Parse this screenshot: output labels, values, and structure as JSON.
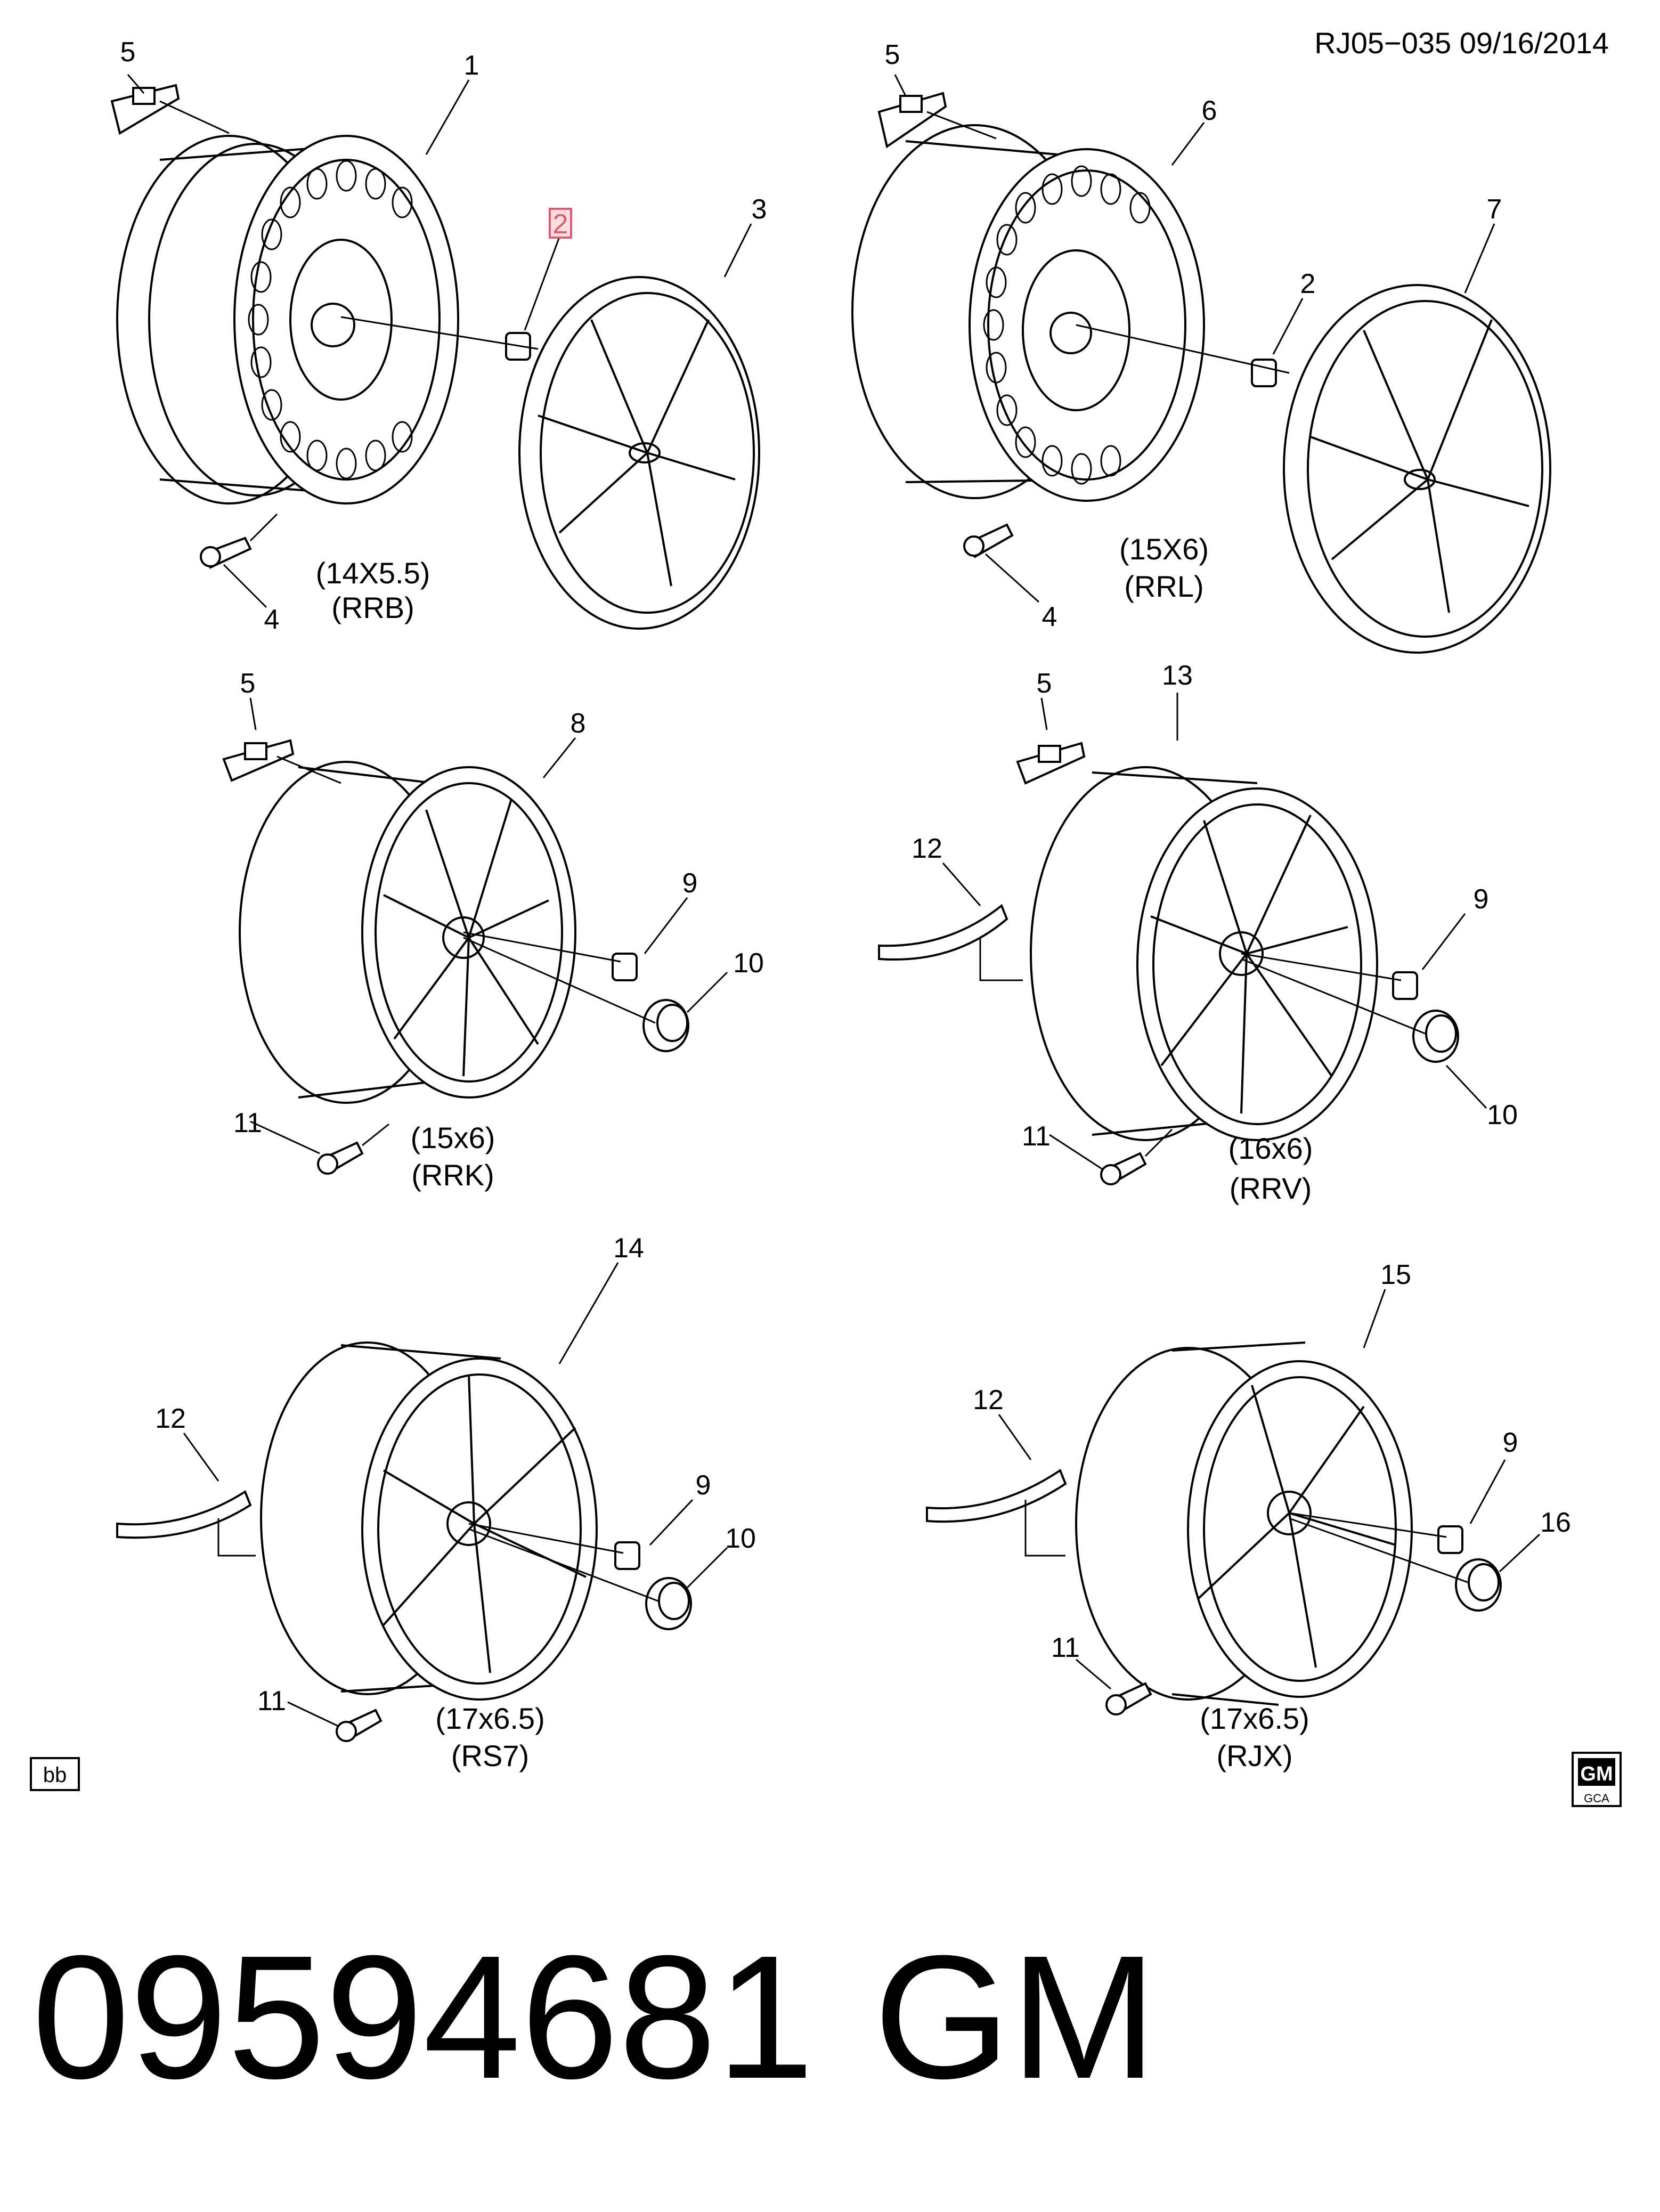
{
  "header": {
    "code": "RJ05−035  09/16/2014"
  },
  "wheels": [
    {
      "id": "rrb",
      "caption_size": "(14X5.5)",
      "caption_code": "(RRB)",
      "part_labels": [
        "5",
        "1",
        "2",
        "3",
        "4"
      ],
      "highlighted": "2"
    },
    {
      "id": "rrl",
      "caption_size": "(15X6)",
      "caption_code": "(RRL)",
      "part_labels": [
        "5",
        "6",
        "2",
        "7",
        "4"
      ]
    },
    {
      "id": "rrk",
      "caption_size": "(15x6)",
      "caption_code": "(RRK)",
      "part_labels": [
        "5",
        "8",
        "9",
        "10",
        "11"
      ]
    },
    {
      "id": "rrv",
      "caption_size": "(16x6)",
      "caption_code": "(RRV)",
      "part_labels": [
        "5",
        "13",
        "12",
        "9",
        "10",
        "11"
      ]
    },
    {
      "id": "rs7",
      "caption_size": "(17x6.5)",
      "caption_code": "(RS7)",
      "part_labels": [
        "14",
        "12",
        "9",
        "10",
        "11"
      ]
    },
    {
      "id": "rjx",
      "caption_size": "(17x6.5)",
      "caption_code": "(RJX)",
      "part_labels": [
        "15",
        "12",
        "9",
        "16",
        "11"
      ]
    }
  ],
  "footer": {
    "corner_tag": "bb",
    "logo_top": "GM",
    "logo_bottom": "GCA",
    "part_number": "09594681",
    "brand": "GM"
  },
  "colors": {
    "line": "#000000",
    "highlight": "#e05a6a",
    "background": "#ffffff"
  }
}
